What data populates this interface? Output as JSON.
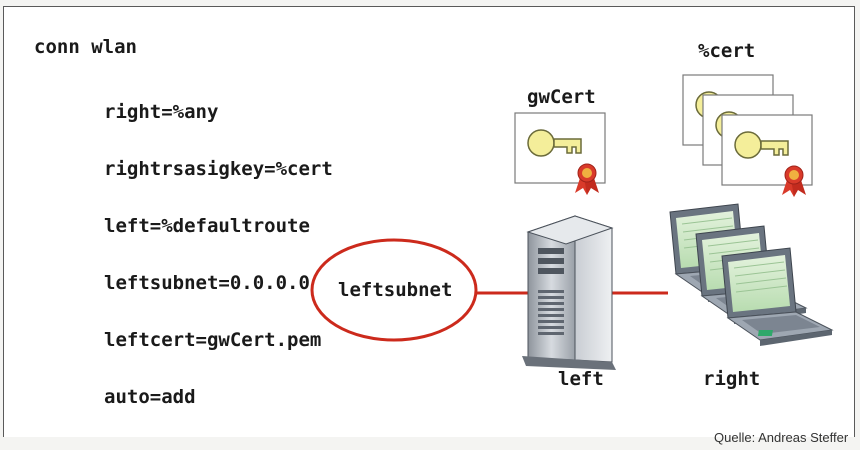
{
  "config": {
    "title": "conn wlan",
    "lines": [
      "right=%any",
      "rightrsasigkey=%cert",
      "left=%defaultroute",
      "leftsubnet=0.0.0.0/0",
      "leftcert=gwCert.pem",
      "auto=add"
    ]
  },
  "labels": {
    "cert_group": "%cert",
    "gw_cert": "gwCert",
    "subnet": "leftsubnet",
    "left": "left",
    "right": "right"
  },
  "credit": "Quelle: Andreas Steffer",
  "colors": {
    "link": "#cc2a1c",
    "cert_key": "#f4ee9a",
    "seal": "#d93a2a",
    "laptop_screen": "#cfe8c9",
    "server": "#c9cdd3"
  }
}
